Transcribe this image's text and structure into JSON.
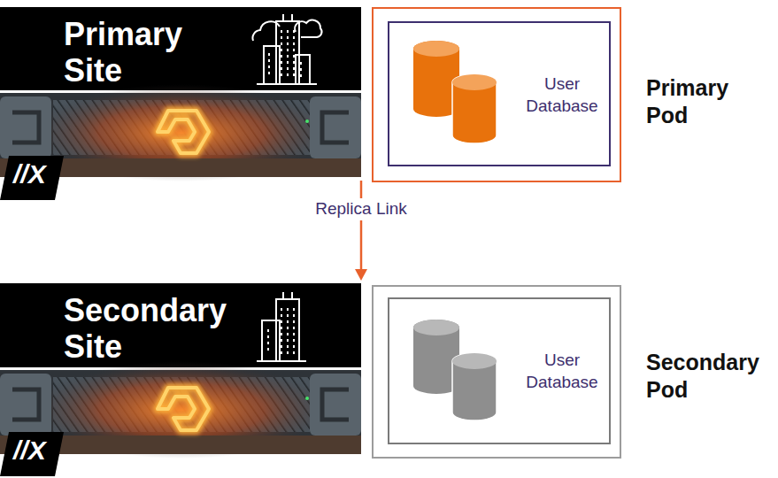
{
  "diagram": {
    "nodes": [
      {
        "text": [
          "Primary Site"
        ]
      },
      {
        "text": [
          "Primary Pod"
        ]
      },
      {
        "text": [
          "User Database"
        ],
        "in": 1
      },
      {
        "text": [
          "Secondary Site"
        ]
      },
      {
        "text": [
          "Secondary Pod"
        ]
      },
      {
        "text": [
          "User Database"
        ],
        "in": 4
      }
    ],
    "edges": [
      {
        "from": 0,
        "to": 3,
        "label": "Replica Link",
        "arrow": "to"
      }
    ],
    "labels": [
      "//X",
      "//X"
    ]
  }
}
